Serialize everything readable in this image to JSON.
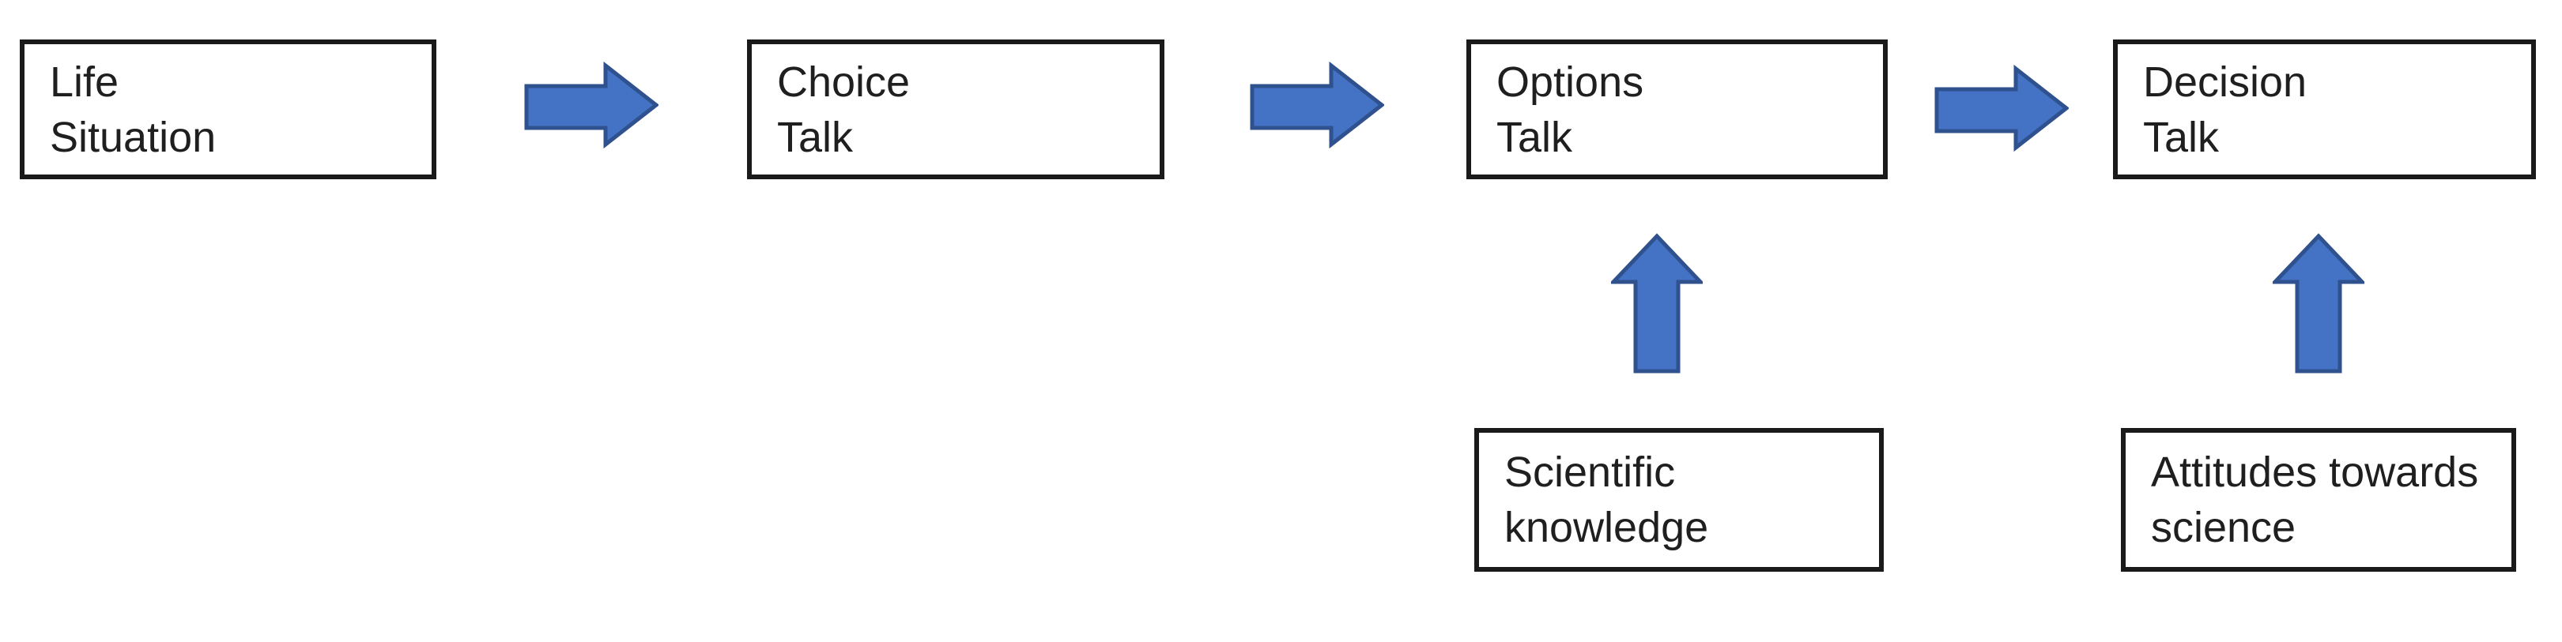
{
  "colors": {
    "arrow_fill": "#4472C4",
    "arrow_stroke": "#2F528F",
    "box_border": "#1a1a1a",
    "text": "#1f1f1f",
    "background": "#ffffff"
  },
  "flow_boxes": [
    {
      "id": "life-situation",
      "lines": [
        "Life",
        "Situation"
      ]
    },
    {
      "id": "choice-talk",
      "lines": [
        "Choice",
        "Talk"
      ]
    },
    {
      "id": "options-talk",
      "lines": [
        "Options",
        "Talk"
      ]
    },
    {
      "id": "decision-talk",
      "lines": [
        "Decision",
        "Talk"
      ]
    }
  ],
  "influence_boxes": [
    {
      "id": "scientific-knowledge",
      "lines": [
        "Scientific",
        "knowledge"
      ]
    },
    {
      "id": "attitudes-towards-science",
      "lines": [
        "Attitudes towards",
        "science"
      ]
    }
  ],
  "connections": [
    {
      "from": "Life Situation",
      "to": "Choice Talk",
      "direction": "right"
    },
    {
      "from": "Choice Talk",
      "to": "Options Talk",
      "direction": "right"
    },
    {
      "from": "Options Talk",
      "to": "Decision Talk",
      "direction": "right"
    },
    {
      "from": "Scientific knowledge",
      "to": "Options Talk",
      "direction": "up"
    },
    {
      "from": "Attitudes towards science",
      "to": "Decision Talk",
      "direction": "up"
    }
  ]
}
